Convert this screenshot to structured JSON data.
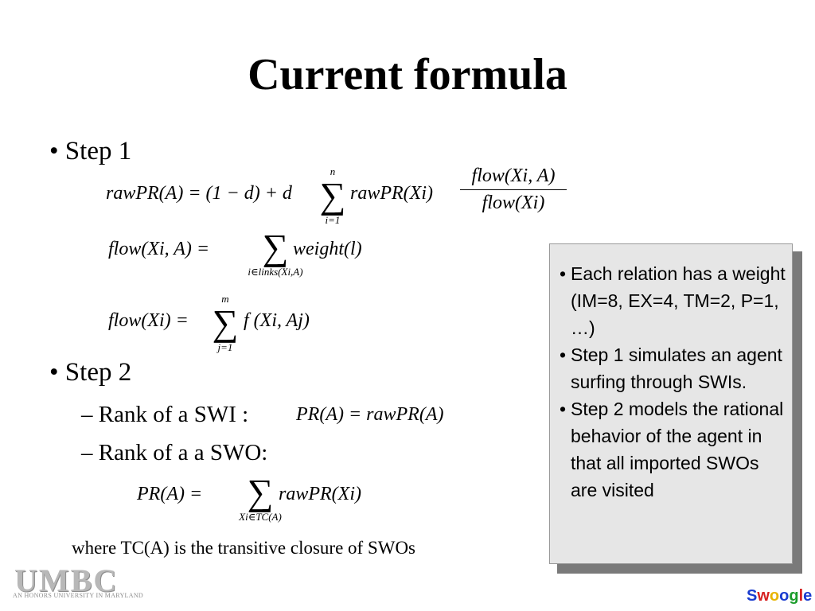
{
  "title": "Current formula",
  "bullets": {
    "step1": "• Step 1",
    "step2": "• Step 2"
  },
  "sub_bullets": {
    "swi": "– Rank of a SWI :",
    "swo": "– Rank of a a SWO:"
  },
  "note": "where TC(A) is the transitive closure of SWOs",
  "callout": {
    "items": [
      "Each relation has a weight (IM=8, EX=4, TM=2, P=1, …)",
      "Step 1 simulates an agent surfing through SWIs.",
      "Step 2 models the rational behavior of the agent in that all imported SWOs are visited"
    ]
  },
  "logos": {
    "umbc": "UMBC",
    "umbc_tagline": "AN HONORS UNIVERSITY IN MARYLAND",
    "swoogle": "Swoogle",
    "swoogle_colors": [
      "#1a3ccf",
      "#d62020",
      "#e8b400",
      "#1a3ccf",
      "#1a9c2a",
      "#d62020",
      "#1a3ccf"
    ]
  },
  "equations": {
    "e1_lhs": "rawPR(A) = (1 − d) + d",
    "e1_sum_top": "n",
    "e1_sum_bottom": "i=1",
    "e1_term": "rawPR(Xi)",
    "e1_num": "flow(Xi, A)",
    "e1_den": "flow(Xi)",
    "e2_lhs": "flow(Xi, A) =",
    "e2_sum_bottom": "i∈links(Xi,A)",
    "e2_term": "weight(l)",
    "e3_lhs": "flow(Xi) =",
    "e3_sum_top": "m",
    "e3_sum_bottom": "j=1",
    "e3_term": "f (Xi, Aj)",
    "e4": "PR(A) = rawPR(A)",
    "e5_lhs": "PR(A) =",
    "e5_sum_bottom": "Xi∈TC(A)",
    "e5_term": "rawPR(Xi)"
  }
}
